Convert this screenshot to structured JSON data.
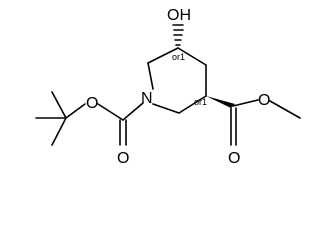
{
  "structure": {
    "atoms": {
      "hydroxyl": "OH",
      "ring_nitrogen": "N",
      "boc_ether_oxygen": "O",
      "boc_carbonyl_oxygen": "O",
      "ester_carbonyl_oxygen": "O",
      "ester_ether_oxygen": "O"
    },
    "stereo": {
      "c5_label": "or1",
      "c3_label": "or1"
    }
  }
}
